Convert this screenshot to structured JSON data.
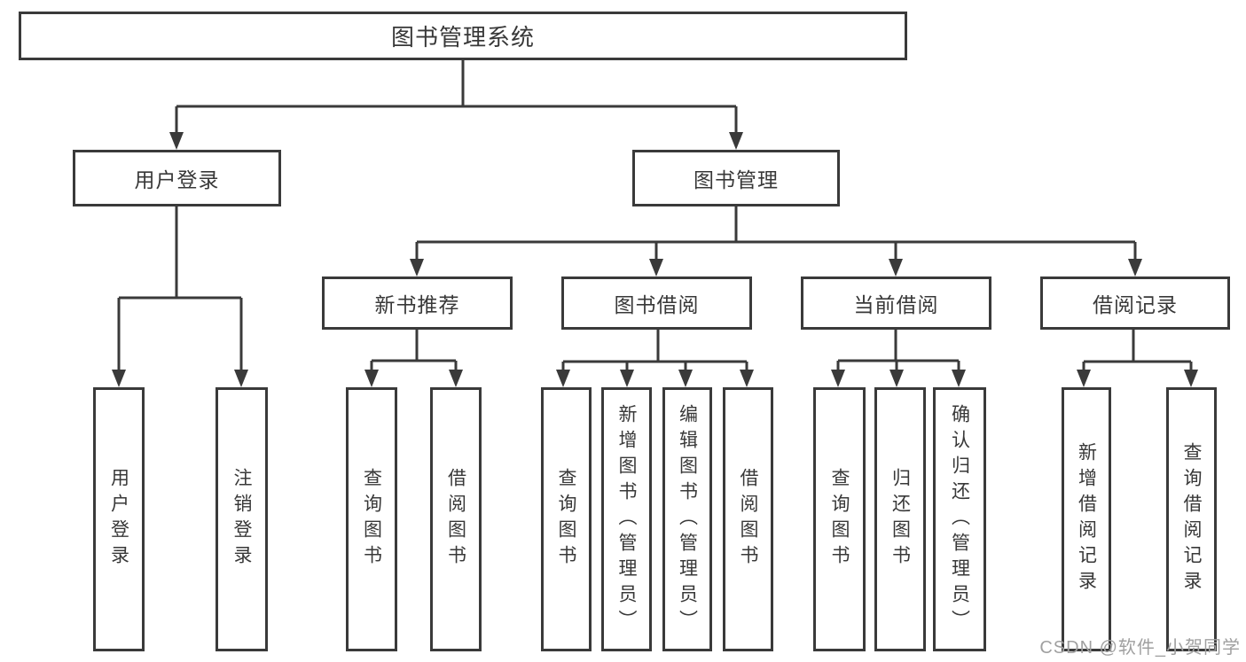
{
  "diagram": {
    "type": "feature-structure-tree",
    "root": {
      "label": "图书管理系统"
    },
    "branches": [
      {
        "label": "用户登录",
        "leaves": [
          {
            "label": "用户登录"
          },
          {
            "label": "注销登录"
          }
        ]
      },
      {
        "label": "图书管理",
        "sections": [
          {
            "label": "新书推荐",
            "leaves": [
              {
                "label": "查询图书"
              },
              {
                "label": "借阅图书"
              }
            ]
          },
          {
            "label": "图书借阅",
            "leaves": [
              {
                "label": "查询图书"
              },
              {
                "label": "新增图书（管理员）"
              },
              {
                "label": "编辑图书（管理员）"
              },
              {
                "label": "借阅图书"
              }
            ]
          },
          {
            "label": "当前借阅",
            "leaves": [
              {
                "label": "查询图书"
              },
              {
                "label": "归还图书"
              },
              {
                "label": "确认归还（管理员）"
              }
            ]
          },
          {
            "label": "借阅记录",
            "leaves": [
              {
                "label": "新增借阅记录"
              },
              {
                "label": "查询借阅记录"
              }
            ]
          }
        ]
      }
    ]
  },
  "watermark": {
    "text": "CSDN @软件_小贺同学"
  },
  "colors": {
    "line": "#3a3a3a",
    "box_border": "#3a3a3a",
    "text": "#383838",
    "watermark": "#a0a0a0",
    "background": "#ffffff"
  }
}
